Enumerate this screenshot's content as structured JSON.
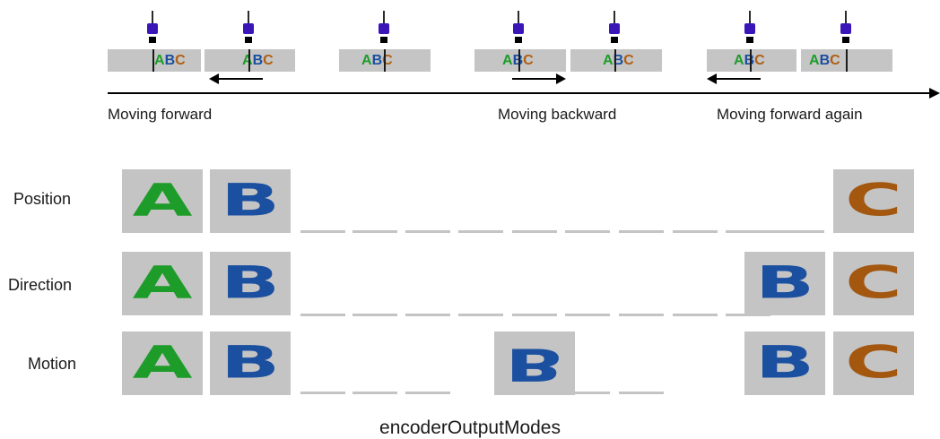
{
  "top": {
    "strip_text": [
      "A",
      "B",
      "C"
    ],
    "phases": [
      "Moving forward",
      "Moving backward",
      "Moving forward again"
    ]
  },
  "rows": [
    {
      "label": "Position",
      "cells": [
        "A",
        "B",
        "",
        "",
        "",
        "",
        "",
        "",
        "",
        "",
        "",
        "",
        "",
        "C"
      ],
      "kinds": [
        "box",
        "box",
        "dash",
        "dash",
        "dash",
        "dash",
        "dash",
        "dash",
        "dash",
        "dash",
        "dash",
        "dash",
        "dash",
        "box"
      ]
    },
    {
      "label": "Direction",
      "cells": [
        "A",
        "B",
        "",
        "",
        "",
        "",
        "",
        "",
        "",
        "",
        "",
        "",
        "B",
        "C"
      ],
      "kinds": [
        "box",
        "box",
        "dash",
        "dash",
        "dash",
        "dash",
        "dash",
        "dash",
        "dash",
        "dash",
        "dash",
        "none",
        "box",
        "box"
      ]
    },
    {
      "label": "Motion",
      "cells": [
        "A",
        "B",
        "",
        "",
        "",
        "B",
        "",
        "",
        "",
        "",
        "",
        "",
        "B",
        "C"
      ],
      "kinds": [
        "box",
        "box",
        "dash",
        "dash",
        "dash",
        "box-flipped",
        "none",
        "dash",
        "dash",
        "none",
        "none",
        "none",
        "box",
        "box"
      ]
    }
  ],
  "caption": "encoderOutputModes",
  "colors": {
    "A": "#1e9c2a",
    "B": "#1b4fa0",
    "C": "#a3570f",
    "tile": "#c4c4c4",
    "sensor": "#3a16b8"
  }
}
